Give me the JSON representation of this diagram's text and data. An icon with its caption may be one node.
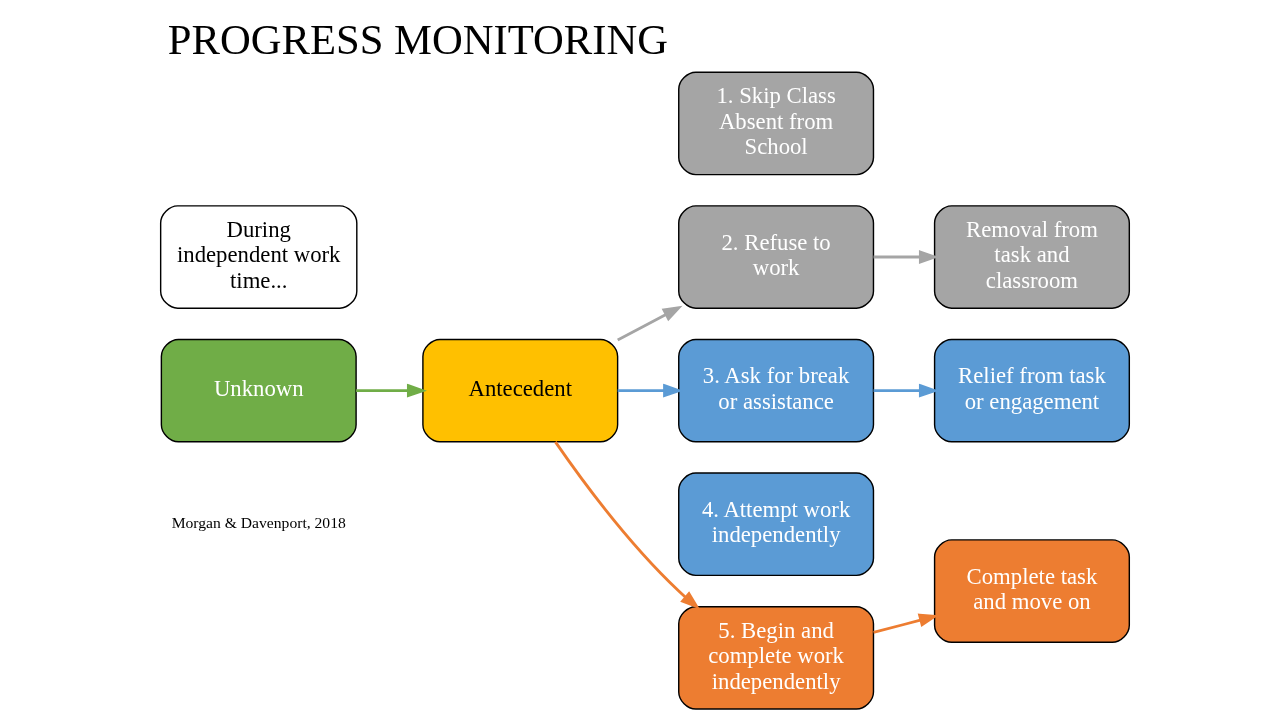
{
  "diagram": {
    "title": "PROGRESS MONITORING",
    "nodes": [
      {
        "text": [
          "During independent work time..."
        ]
      },
      {
        "text": [
          "Unknown"
        ]
      },
      {
        "text": [
          "Antecedent"
        ]
      },
      {
        "text": [
          "1. Skip Class Absent from School"
        ]
      },
      {
        "text": [
          "2. Refuse to work"
        ]
      },
      {
        "text": [
          "Removal from task and classroom"
        ]
      },
      {
        "text": [
          "3. Ask for break or assistance"
        ]
      },
      {
        "text": [
          "Relief from task or engagement"
        ]
      },
      {
        "text": [
          "4. Attempt work independently"
        ]
      },
      {
        "text": [
          "5. Begin and complete work independently"
        ]
      },
      {
        "text": [
          "Complete task and move on"
        ]
      }
    ],
    "edges": [
      {
        "from": 1,
        "to": 2,
        "arrow": "to",
        "color": "#70ad47"
      },
      {
        "from": 2,
        "to": 4,
        "arrow": "to",
        "color": "#a5a5a5"
      },
      {
        "from": 4,
        "to": 5,
        "arrow": "to",
        "color": "#a5a5a5"
      },
      {
        "from": 2,
        "to": 6,
        "arrow": "to",
        "color": "#5b9bd5"
      },
      {
        "from": 6,
        "to": 7,
        "arrow": "to",
        "color": "#5b9bd5"
      },
      {
        "from": 2,
        "to": 9,
        "arrow": "to",
        "color": "#ed7d31"
      },
      {
        "from": 9,
        "to": 10,
        "arrow": "to",
        "color": "#ed7d31"
      }
    ],
    "labels": [
      "Morgan & Davenport, 2018"
    ]
  }
}
